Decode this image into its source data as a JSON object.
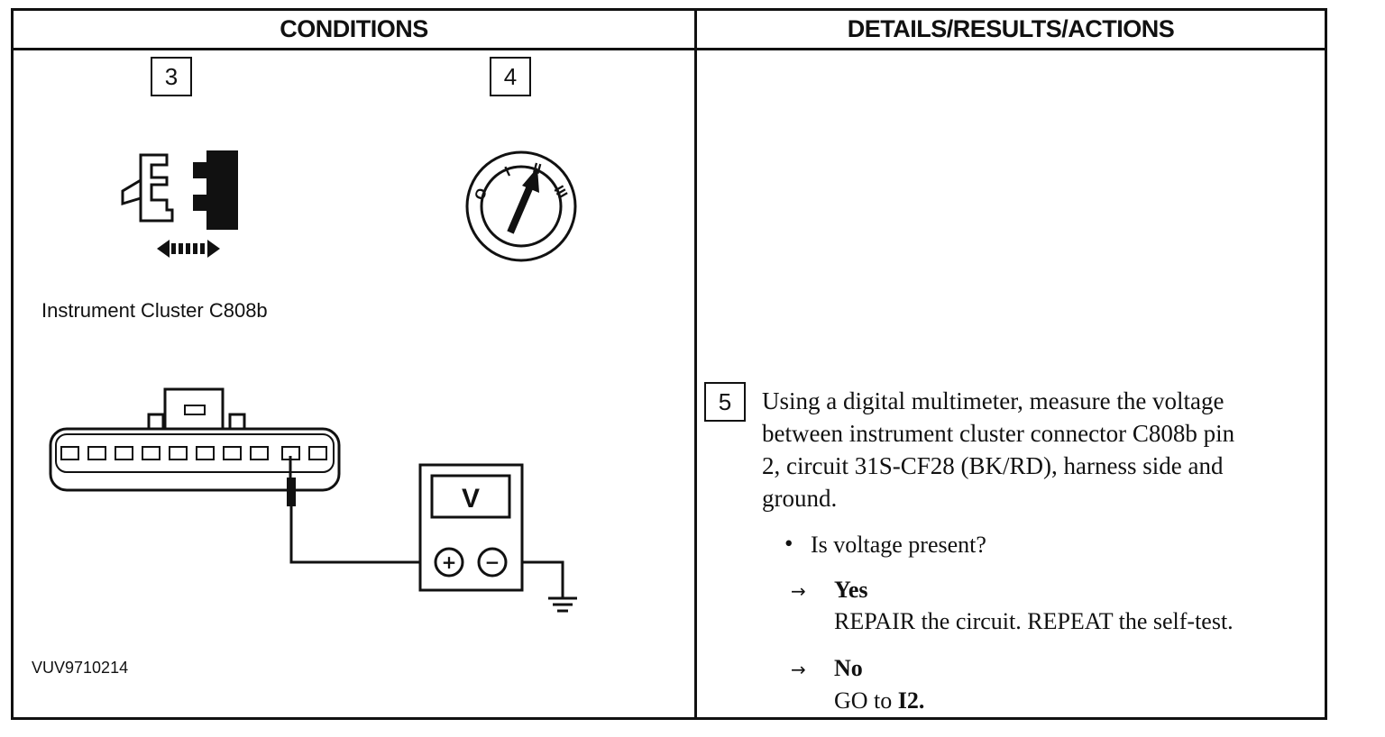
{
  "headers": {
    "conditions": "CONDITIONS",
    "details": "DETAILS/RESULTS/ACTIONS"
  },
  "conditions": {
    "step3": "3",
    "step4": "4",
    "connector_caption": "Instrument Cluster C808b",
    "figure_id": "VUV9710214",
    "meter_label": "V",
    "meter_plus": "+",
    "meter_minus": "−",
    "ignition_labels": [
      "O",
      "I",
      "II",
      "III"
    ],
    "icons": [
      "connector-disconnect-icon",
      "ignition-switch-icon",
      "connector-face-icon",
      "voltmeter-icon",
      "ground-icon"
    ]
  },
  "details": {
    "step5": "5",
    "instruction_lines": [
      "Using a digital multimeter, measure the voltage",
      "between instrument cluster connector C808b pin",
      "2, circuit 31S-CF28 (BK/RD), harness side and",
      "ground."
    ],
    "question": "Is voltage present?",
    "yes_label": "Yes",
    "yes_action": "REPAIR the circuit. REPEAT the self-test.",
    "no_label": "No",
    "no_action_prefix": "GO to ",
    "no_action_target": "I2."
  }
}
